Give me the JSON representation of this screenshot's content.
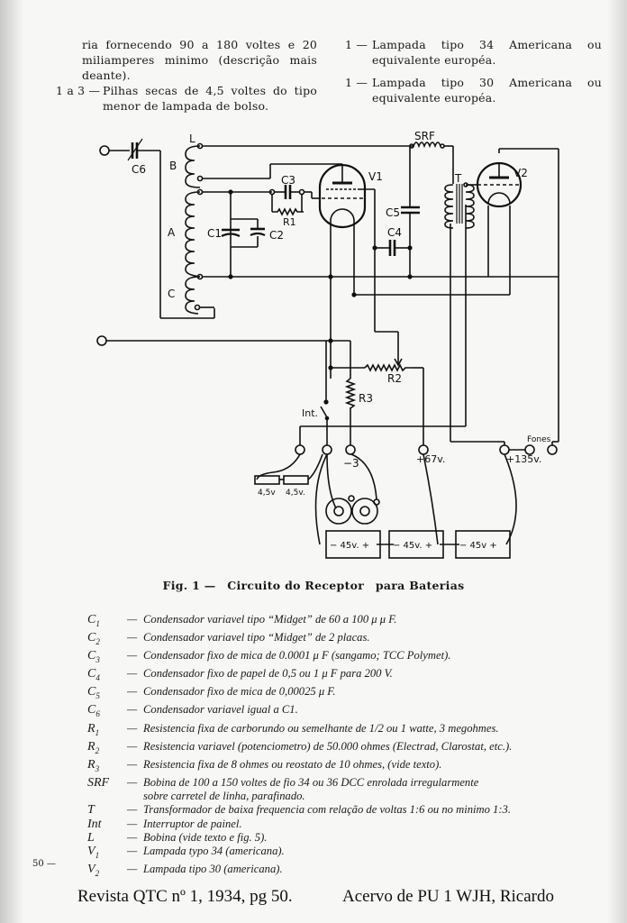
{
  "top_text": {
    "left_column": {
      "intro": "ria fornecendo 90 a 180 voltes e 20 miliamperes minimo (descrição mais deante).",
      "items": [
        {
          "number": "1 a 3 —",
          "text": "Pilhas secas de 4,5 voltes do tipo menor de lampada de bolso."
        }
      ]
    },
    "right_column": {
      "items": [
        {
          "number": "1 —",
          "text": "Lampada tipo 34 Americana ou equivalente européa."
        },
        {
          "number": "1 —",
          "text": "Lampada tipo 30 Americana ou equivalente européa."
        }
      ]
    }
  },
  "schematic": {
    "labels": {
      "C6": "C6",
      "L": "L",
      "B": "B",
      "A": "A",
      "C": "C",
      "C1": "C1",
      "C2": "C2",
      "C3": "C3",
      "R1": "R1",
      "V1": "V1",
      "V2": "V2",
      "SRF": "SRF",
      "T": "T",
      "C4": "C4",
      "C5": "C5",
      "R2": "R2",
      "R3": "R3",
      "Int": "Int.",
      "minus3": "−3",
      "plus67": "+67v.",
      "plus135": "+135v.",
      "fones": "Fones",
      "cell1": "4,5v",
      "cell2": "4,5v.",
      "bat1": "− 45v. +",
      "bat2": "− 45v. +",
      "bat3": "− 45v +"
    }
  },
  "caption": {
    "fig": "Fig. 1 —",
    "title_a": "Circuito do Receptor",
    "title_b": "para Baterias"
  },
  "legend": [
    {
      "symbol": "C",
      "sub": "1",
      "text": "Condensador variavel tipo “Midget” de 60 a 100 μ μ F."
    },
    {
      "symbol": "C",
      "sub": "2",
      "text": "Condensador variavel tipo “Midget” de 2 placas."
    },
    {
      "symbol": "C",
      "sub": "3",
      "text": "Condensador fixo de mica de 0.0001 μ F (sangamo; TCC Polymet)."
    },
    {
      "symbol": "C",
      "sub": "4",
      "text": "Condensador fixo de papel de 0,5 ou 1 μ F para 200 V."
    },
    {
      "symbol": "C",
      "sub": "5",
      "text": "Condensador fixo de mica de 0,00025 μ F."
    },
    {
      "symbol": "C",
      "sub": "6",
      "text": "Condensador variavel igual a C1."
    },
    {
      "symbol": "R",
      "sub": "1",
      "text": "Resistencia fixa de carborundo ou semelhante de 1/2 ou 1 watte, 3 megohmes."
    },
    {
      "symbol": "R",
      "sub": "2",
      "text": "Resistencia variavel (potenciometro) de 50.000 ohmes (Electrad, Clarostat, etc.)."
    },
    {
      "symbol": "R",
      "sub": "3",
      "text": "Resistencia fixa de 8 ohmes ou reostato de 10 ohmes, (vide texto)."
    },
    {
      "symbol": "SRF",
      "sub": "",
      "text": "Bobina de 100 a 150 voltes de fio 34 ou 36 DCC enrolada irregularmente",
      "cont": "sobre carretel de linha, parafinado."
    },
    {
      "symbol": "T",
      "sub": "",
      "text": "Transformador de baixa frequencia com relação de voltas 1:6 ou no minimo 1:3."
    },
    {
      "symbol": "Int",
      "sub": "",
      "text": "Interruptor de painel."
    },
    {
      "symbol": "L",
      "sub": "",
      "text": "Bobina (vide texto e fig. 5)."
    },
    {
      "symbol": "V",
      "sub": "1",
      "text": "Lampada typo 34 (americana)."
    },
    {
      "symbol": "V",
      "sub": "2",
      "text": "Lampada tipo 30 (americana)."
    }
  ],
  "legend_dash": "—",
  "page_number": "50 —",
  "footer": {
    "left": "Revista QTC nº 1, 1934, pg 50.",
    "right": "Acervo de PU 1 WJH,  Ricardo"
  }
}
